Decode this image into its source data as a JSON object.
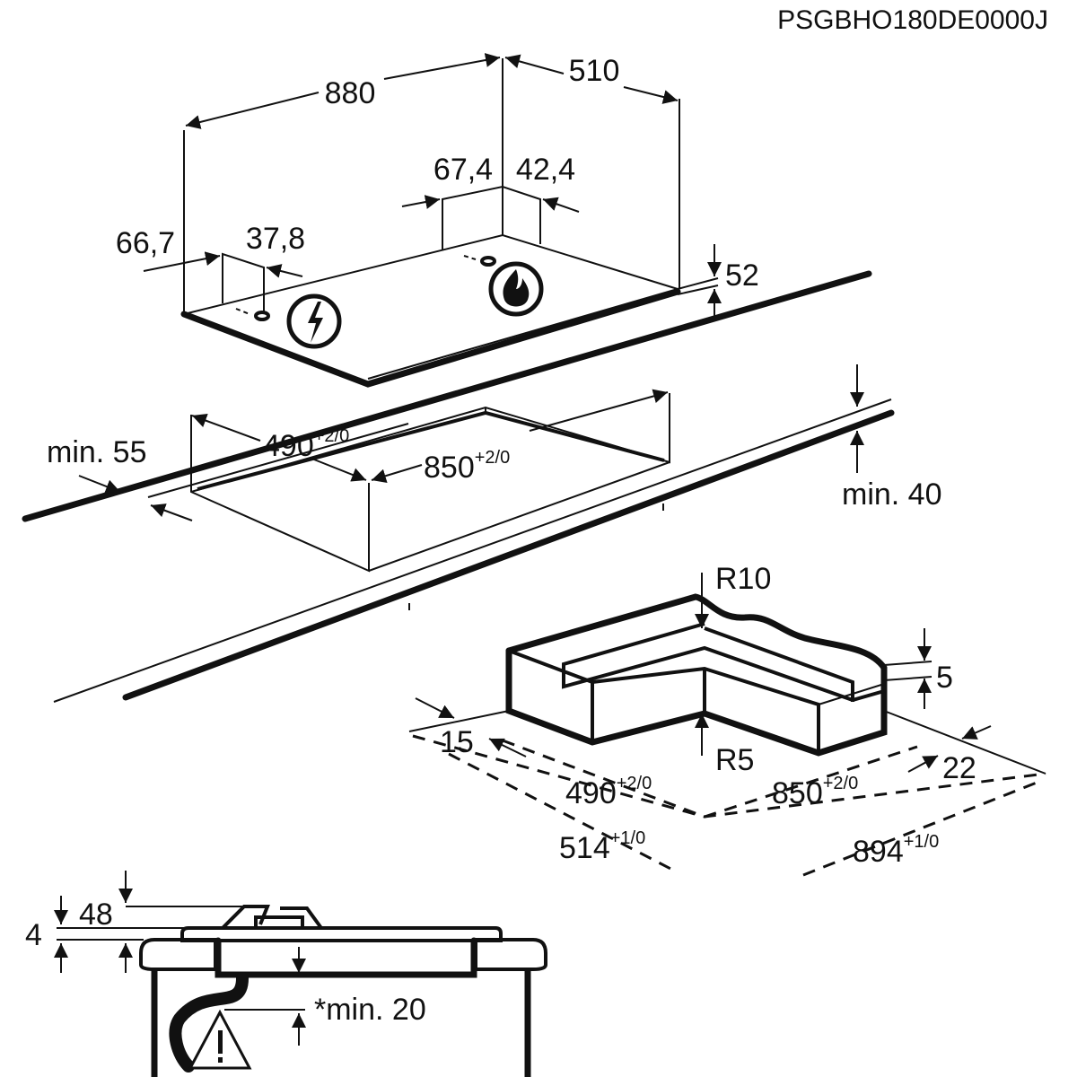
{
  "product_code": "PSGBHO180DE0000J",
  "top_view": {
    "width": "880",
    "depth": "510",
    "offset_a": "67,4",
    "offset_b": "42,4",
    "offset_c": "66,7",
    "offset_d": "37,8",
    "height": "52"
  },
  "cutout": {
    "depth": "490",
    "depth_tol": "+2/0",
    "width": "850",
    "width_tol": "+2/0",
    "rear_clearance": "min. 55",
    "worktop_thickness": "min. 40"
  },
  "corner": {
    "r_outer": "R10",
    "r_inner": "R5",
    "lip": "5",
    "margin_front": "15",
    "margin_side": "22",
    "depth": "490",
    "depth_tol": "+2/0",
    "width": "850",
    "width_tol": "+2/0",
    "total_depth": "514",
    "total_depth_tol": "+1/0",
    "total_width": "894",
    "total_width_tol": "+1/0"
  },
  "section": {
    "rim": "4",
    "height": "48",
    "clearance": "*min. 20"
  },
  "icons": [
    "electric-hazard-icon",
    "gas-flame-icon",
    "warning-triangle-icon"
  ]
}
